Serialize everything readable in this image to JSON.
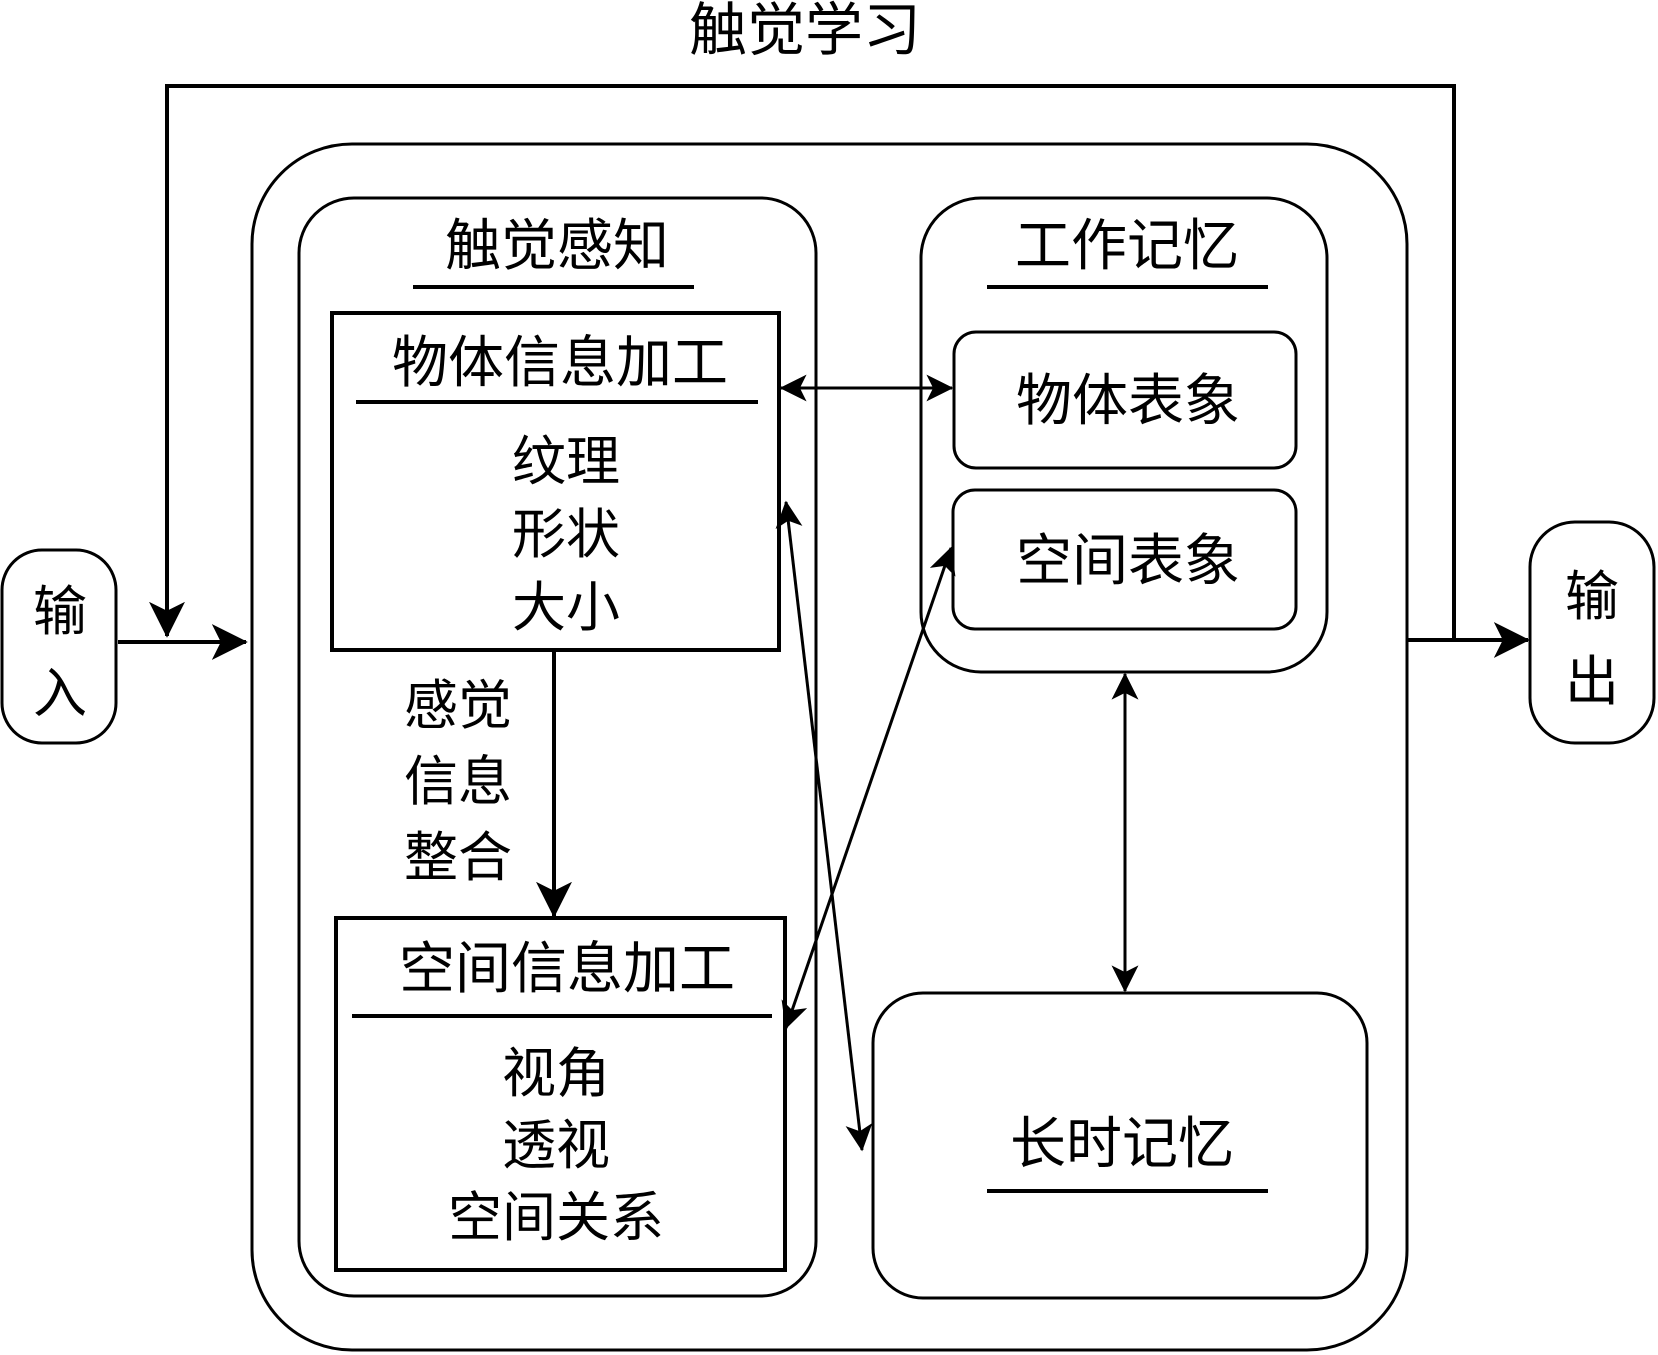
{
  "title": "触觉学习",
  "input": {
    "label_lines": [
      "输",
      "入"
    ]
  },
  "output": {
    "label_lines": [
      "输",
      "出"
    ]
  },
  "tactile_perception": {
    "title": "触觉感知",
    "object_processing": {
      "title": "物体信息加工",
      "items": [
        "纹理",
        "形状",
        "大小"
      ]
    },
    "integration_label_lines": [
      "感觉",
      "信息",
      "整合"
    ],
    "spatial_processing": {
      "title": "空间信息加工",
      "items": [
        "视角",
        "透视",
        "空间关系"
      ]
    }
  },
  "working_memory": {
    "title": "工作记忆",
    "object_representation": "物体表象",
    "spatial_representation": "空间表象"
  },
  "long_term_memory": {
    "title": "长时记忆"
  },
  "colors": {
    "line": "#000000",
    "background": "#ffffff"
  }
}
